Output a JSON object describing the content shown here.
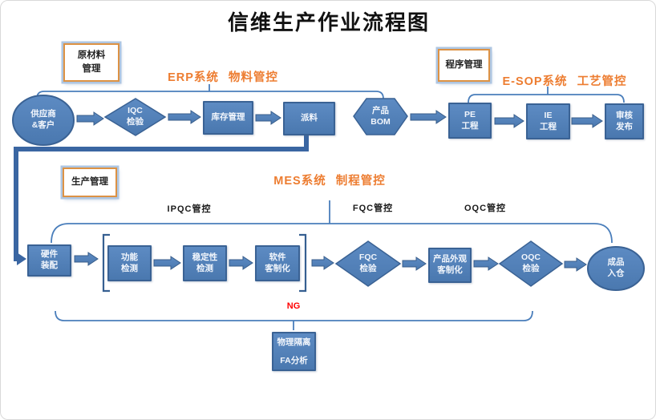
{
  "title": "信维生产作业流程图",
  "sections": {
    "material": {
      "label": "原材料\n管理",
      "system": "ERP系统",
      "scope": "物料管控"
    },
    "program": {
      "label": "程序管理",
      "system": "E-SOP系统",
      "scope": "工艺管控"
    },
    "production": {
      "label": "生产管理",
      "system": "MES系统",
      "scope": "制程管控"
    }
  },
  "qc_labels": {
    "ipqc": "IPQC管控",
    "fqc": "FQC管控",
    "oqc": "OQC管控"
  },
  "ng_label": "NG",
  "nodes": {
    "supplier": "供应商\n&客户",
    "iqc": "IQC\n检验",
    "inventory": "库存管理",
    "dispatch": "派料",
    "bom": "产品\nBOM",
    "pe": "PE\n工程",
    "ie": "IE\n工程",
    "audit": "审核\n发布",
    "hardware": "硬件\n装配",
    "function_test": "功能\n检测",
    "stability_test": "稳定性\n检测",
    "software_custom": "软件\n客制化",
    "fqc": "FQC\n检验",
    "appearance": "产品外观\n客制化",
    "oqc": "OQC\n检验",
    "warehouse": "成品\n入仓",
    "fa": "物理隔离\nFA分析"
  },
  "colors": {
    "node_fill": "#4f81bd",
    "node_border": "#385d8a",
    "connector_blue": "#4a7ebb",
    "orange_accent": "#ed7d31",
    "ng_red": "#ff0000"
  }
}
